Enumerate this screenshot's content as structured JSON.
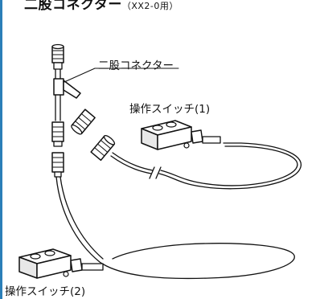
{
  "heading": {
    "title": "二股コネクター",
    "subtitle": "（XX2-0用）"
  },
  "labels": {
    "connector": "二股コネクター",
    "switch_1": "操作スイッチ(1)",
    "switch_2": "操作スイッチ(2)"
  },
  "colors": {
    "accent": "#2b7fb8",
    "line": "#111111"
  }
}
